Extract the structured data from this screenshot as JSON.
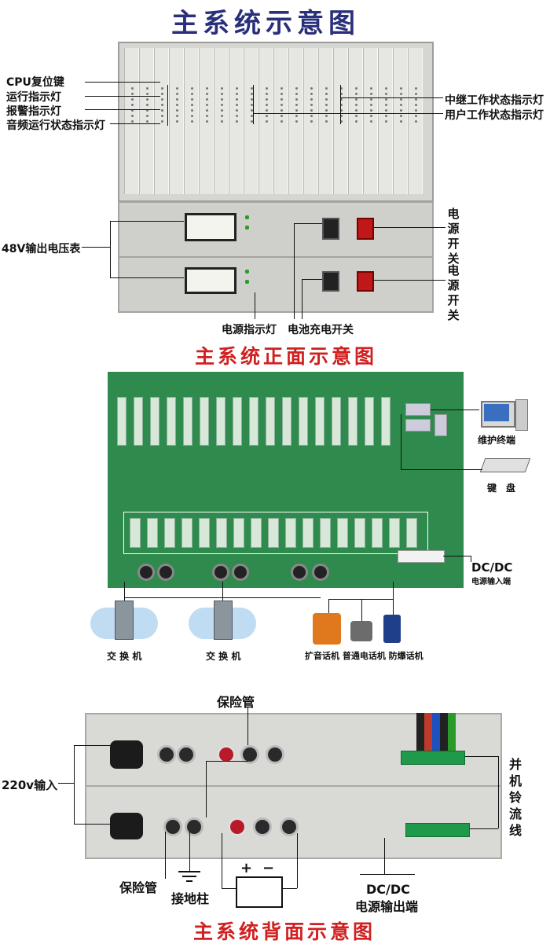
{
  "titles": {
    "main": "主系统示意图",
    "front": "主系统正面示意图",
    "back": "主系统背面示意图"
  },
  "front_labels": {
    "cpu_reset": "CPU复位键",
    "run_led": "运行指示灯",
    "alarm_led": "报警指示灯",
    "audio_led": "音频运行状态指示灯",
    "trunk_led": "中继工作状态指示灯",
    "user_led": "用户工作状态指示灯",
    "volt_meter": "48V输出电压表",
    "power_switch_1": "电源开关",
    "power_switch_2": "电源开关",
    "power_led": "电源指示灯",
    "battery_switch": "电池充电开关"
  },
  "board_labels": {
    "terminal": "维护终端",
    "keyboard": "键　盘",
    "dcdc_in_title": "DC/DC",
    "dcdc_in_sub": "电源输入端",
    "switch_1": "交 换 机",
    "switch_2": "交 换 机",
    "phones": "扩音话机 普通电话机 防爆话机"
  },
  "back_labels": {
    "fuse_top": "保险管",
    "ac_input": "220v输入",
    "fuse_bottom": "保险管",
    "ground": "接地柱",
    "dcdc_out_title": "DC/DC",
    "dcdc_out_sub": "电源输出端",
    "bell_line": "并机铃流线"
  },
  "colors": {
    "title_blue": "#2a2f7a",
    "title_red": "#d02020",
    "board_green": "#2f8a4e"
  }
}
